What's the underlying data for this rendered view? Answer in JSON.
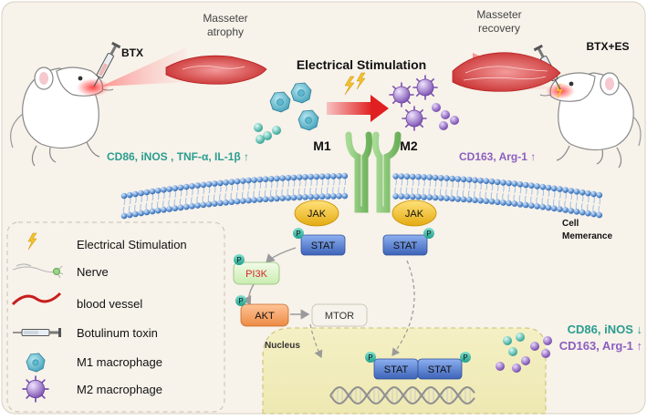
{
  "top": {
    "title": "Electrical Stimulation",
    "left_label": "BTX",
    "right_label": "BTX+ES",
    "left_muscle": [
      "Masseter",
      "atrophy"
    ],
    "right_muscle": [
      "Masseter",
      "recovery"
    ],
    "m1_label": "M1",
    "m2_label": "M2",
    "m1_markers": "CD86, iNOS , TNF-α, IL-1β ↑",
    "m2_markers": "CD163, Arg-1 ↑"
  },
  "membrane": {
    "label": [
      "Cell",
      "Memerance"
    ]
  },
  "pathway": {
    "jak": "JAK",
    "stat": "STAT",
    "p": "P",
    "pi3k": "PI3K",
    "akt": "AKT",
    "mtor": "MTOR",
    "nucleus": "Nucleus"
  },
  "result": {
    "down": "CD86, iNOS ↓",
    "up": "CD163, Arg-1 ↑"
  },
  "legend": {
    "items": [
      {
        "icon": "lightning-icon",
        "label": "Electrical Stimulation"
      },
      {
        "icon": "nerve-icon",
        "label": "Nerve"
      },
      {
        "icon": "blood-vessel-icon",
        "label": "blood vessel"
      },
      {
        "icon": "syringe-icon",
        "label": "Botulinum toxin"
      },
      {
        "icon": "m1-macrophage-icon",
        "label": "M1 macrophage"
      },
      {
        "icon": "m2-macrophage-icon",
        "label": "M2 macrophage"
      }
    ]
  },
  "colors": {
    "teal": "#2a9d8f",
    "purple": "#8b5fbf",
    "jak": "#f2c12e",
    "stat": "#4f74c9",
    "pi3k_text": "#d62828",
    "akt": "#f29a5c",
    "receptor": "#8cc97a"
  }
}
